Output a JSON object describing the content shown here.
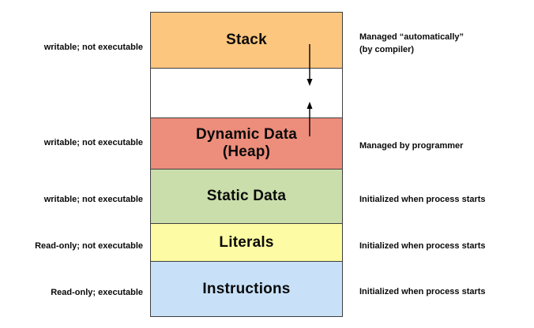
{
  "diagram": {
    "type": "memory-layout",
    "colors": {
      "stack_fill": "#FCC67E",
      "gap_fill": "#FFFFFF",
      "heap_fill": "#ED8D7B",
      "static_data_fill": "#CADEAB",
      "literals_fill": "#FDFBA3",
      "instructions_fill": "#C8E1F9",
      "border": "#3F3F3F",
      "arrow": "#000000",
      "text": "#0A0A0A"
    },
    "segments": [
      {
        "id": "stack",
        "title": "Stack",
        "title2": "",
        "fill": "#FCC67E"
      },
      {
        "id": "gap",
        "title": "",
        "title2": "",
        "fill": "#FFFFFF"
      },
      {
        "id": "heap",
        "title": "Dynamic Data",
        "title2": "(Heap)",
        "fill": "#ED8D7B"
      },
      {
        "id": "static-data",
        "title": "Static Data",
        "title2": "",
        "fill": "#CADEAB"
      },
      {
        "id": "literals",
        "title": "Literals",
        "title2": "",
        "fill": "#FDFBA3"
      },
      {
        "id": "instructions",
        "title": "Instructions",
        "title2": "",
        "fill": "#C8E1F9"
      }
    ],
    "left_labels": [
      "writable; not executable",
      "writable; not executable",
      "writable; not executable",
      "Read-only; not executable",
      "Read-only; executable"
    ],
    "right_labels": [
      {
        "line1": "Managed “automatically”",
        "line2": "(by compiler)"
      },
      {
        "line1": "Managed by programmer",
        "line2": ""
      },
      {
        "line1": "Initialized when process starts",
        "line2": ""
      },
      {
        "line1": "Initialized when process starts",
        "line2": ""
      },
      {
        "line1": "Initialized when process starts",
        "line2": ""
      }
    ],
    "arrows": [
      {
        "id": "stack-grows-down",
        "direction": "down"
      },
      {
        "id": "heap-grows-up",
        "direction": "up"
      }
    ]
  }
}
